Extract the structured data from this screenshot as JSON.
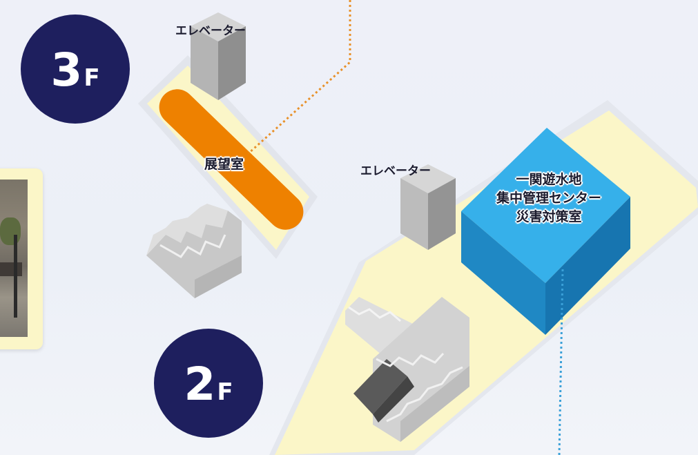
{
  "floors": {
    "third": {
      "number": "3",
      "unit": "F"
    },
    "second": {
      "number": "2",
      "unit": "F"
    }
  },
  "floor3": {
    "elevator_label": "エレベーター",
    "room_label": "展望室"
  },
  "floor2": {
    "elevator_label": "エレベーター",
    "room_lines": [
      "一関遊水地",
      "集中管理センター",
      "災害対策室"
    ]
  },
  "colors": {
    "badge": "#1e1f5e",
    "observation_room": "#ee8100",
    "control_center": "#2aa6e0",
    "floor_plate": "#fbf6c8",
    "elevator": "#a7a7a7",
    "orange_leader": "#e8912a",
    "blue_leader": "#3aa0d8"
  },
  "icons": {
    "photo": "photo-thumbnail"
  }
}
